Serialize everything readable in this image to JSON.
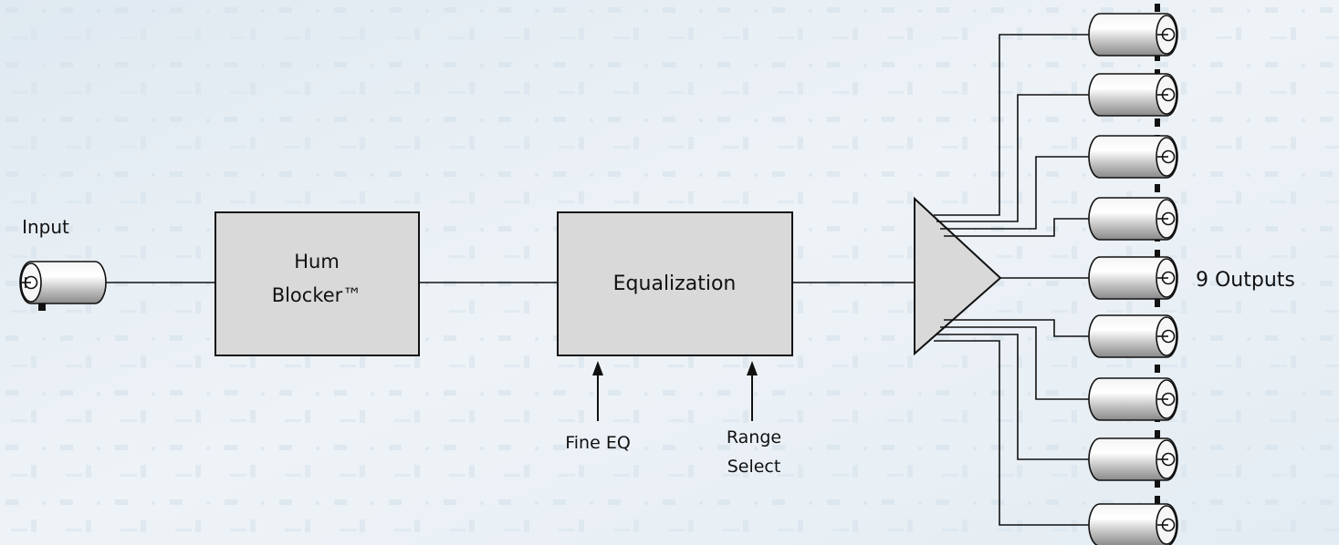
{
  "diagram": {
    "input_label": "Input",
    "hum_blocker": {
      "line1": "Hum",
      "line2": "Blocker™"
    },
    "equalization": "Equalization",
    "fine_eq": "Fine EQ",
    "range_select": {
      "line1": "Range",
      "line2": "Select"
    },
    "outputs_label": "9 Outputs",
    "output_count": 9
  }
}
